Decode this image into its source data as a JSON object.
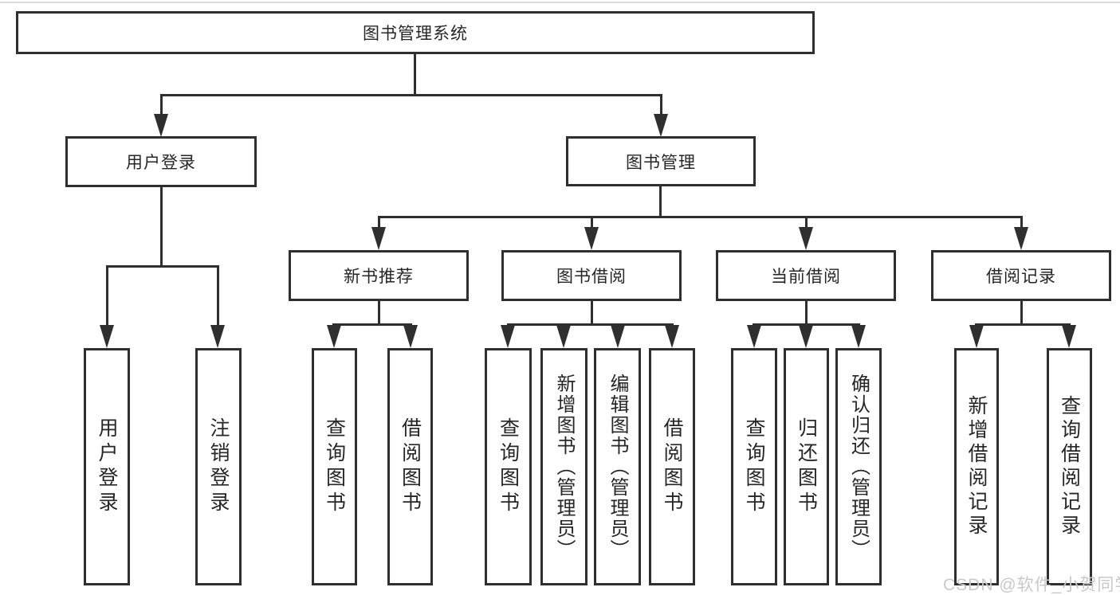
{
  "diagram": {
    "root": {
      "label": "图书管理系统"
    },
    "branches": {
      "user_login": {
        "label": "用户登录",
        "children": [
          {
            "label": "用户登录"
          },
          {
            "label": "注销登录"
          }
        ]
      },
      "book_mgmt": {
        "label": "图书管理",
        "sections": [
          {
            "label": "新书推荐",
            "children": [
              {
                "label": "查询图书"
              },
              {
                "label": "借阅图书"
              }
            ]
          },
          {
            "label": "图书借阅",
            "children": [
              {
                "label": "查询图书"
              },
              {
                "label": "新增图书（管理员）"
              },
              {
                "label": "编辑图书（管理员）"
              },
              {
                "label": "借阅图书"
              }
            ]
          },
          {
            "label": "当前借阅",
            "children": [
              {
                "label": "查询图书"
              },
              {
                "label": "归还图书"
              },
              {
                "label": "确认归还（管理员）"
              }
            ]
          },
          {
            "label": "借阅记录",
            "children": [
              {
                "label": "新增借阅记录"
              },
              {
                "label": "查询借阅记录"
              }
            ]
          }
        ]
      }
    },
    "watermark": "CSDN @软件_小贺同学",
    "colors": {
      "line": "#2f2f2f",
      "text": "#262626",
      "background": "#ffffff",
      "watermark": "#c9c9c9"
    }
  }
}
